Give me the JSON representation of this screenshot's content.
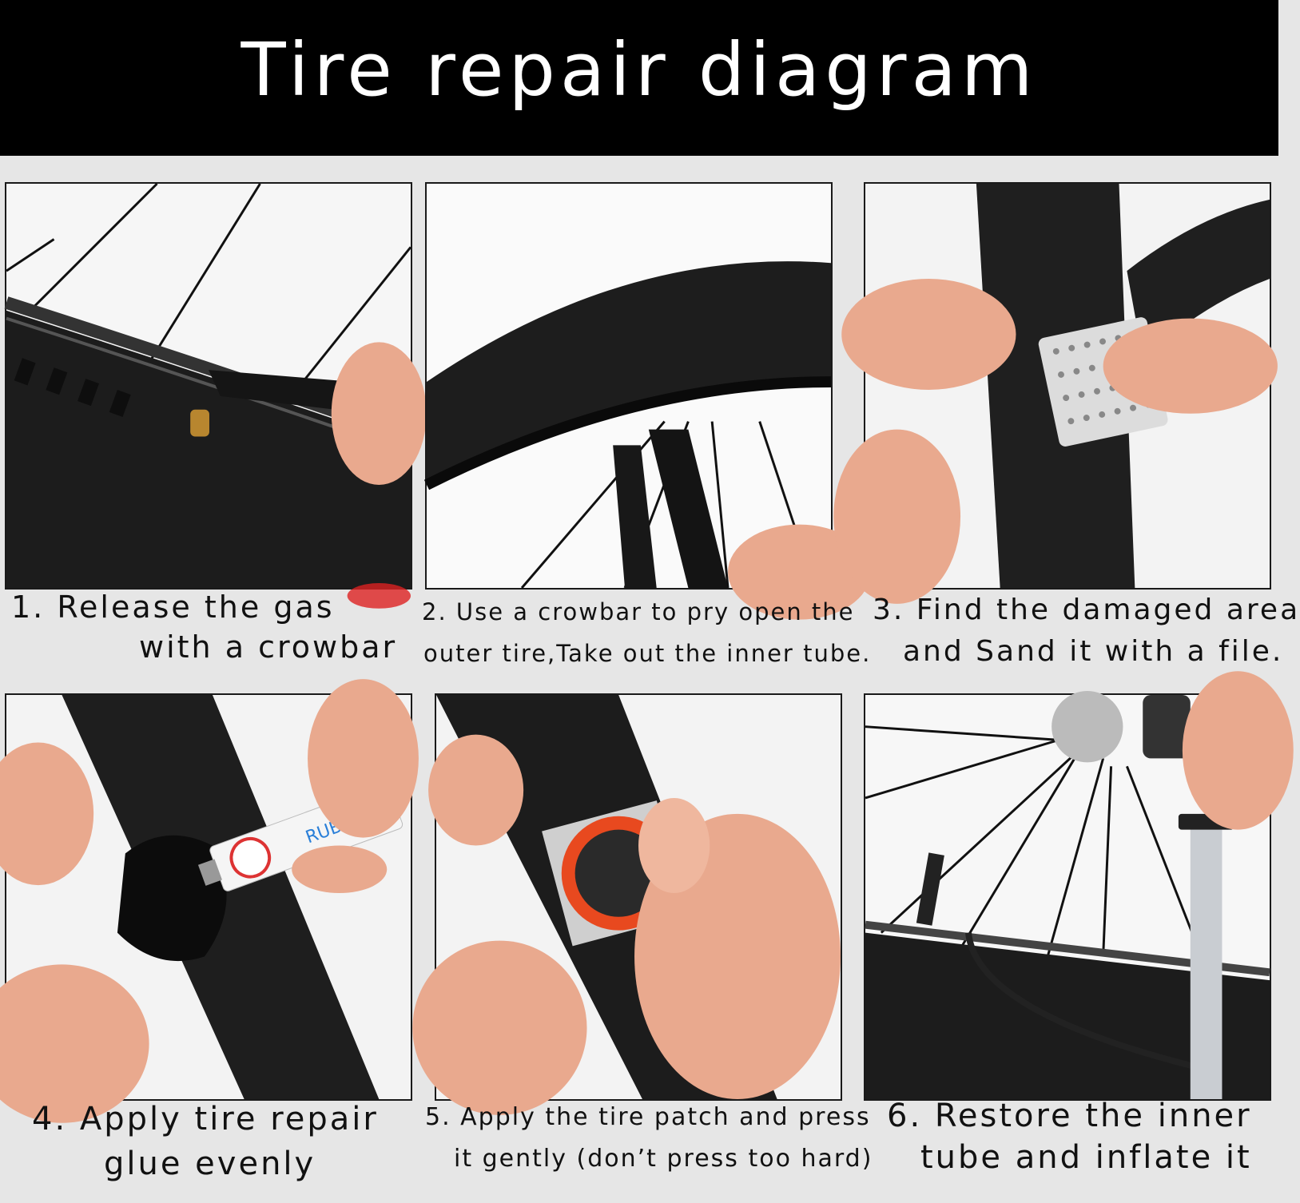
{
  "title": "Tire repair diagram",
  "colors": {
    "header_bg": "#000000",
    "header_text": "#ffffff",
    "page_bg": "#e6e6e6",
    "tire": "#1c1c1c",
    "skin": "#e9a98e",
    "patch_orange": "#e8491f",
    "pump_silver": "#c9cdd2"
  },
  "steps": [
    {
      "line1": "1. Release the gas",
      "line2": "with a crowbar",
      "icon": "crowbar-on-rim"
    },
    {
      "line1": "2. Use a crowbar to pry open the",
      "line2": "outer tire,Take out the inner tube.",
      "icon": "tire-levers"
    },
    {
      "line1": "3. Find the damaged area",
      "line2": "and Sand it with a file.",
      "icon": "sanding-file"
    },
    {
      "line1": "4. Apply tire repair",
      "line2": "glue evenly",
      "icon": "glue-tube",
      "glue_label": "RUBBER"
    },
    {
      "line1": "5. Apply the tire patch and press",
      "line2": "it gently (don’t press too hard)",
      "icon": "tire-patch"
    },
    {
      "line1": "6. Restore the inner",
      "line2": "tube and inflate it",
      "icon": "floor-pump"
    }
  ]
}
